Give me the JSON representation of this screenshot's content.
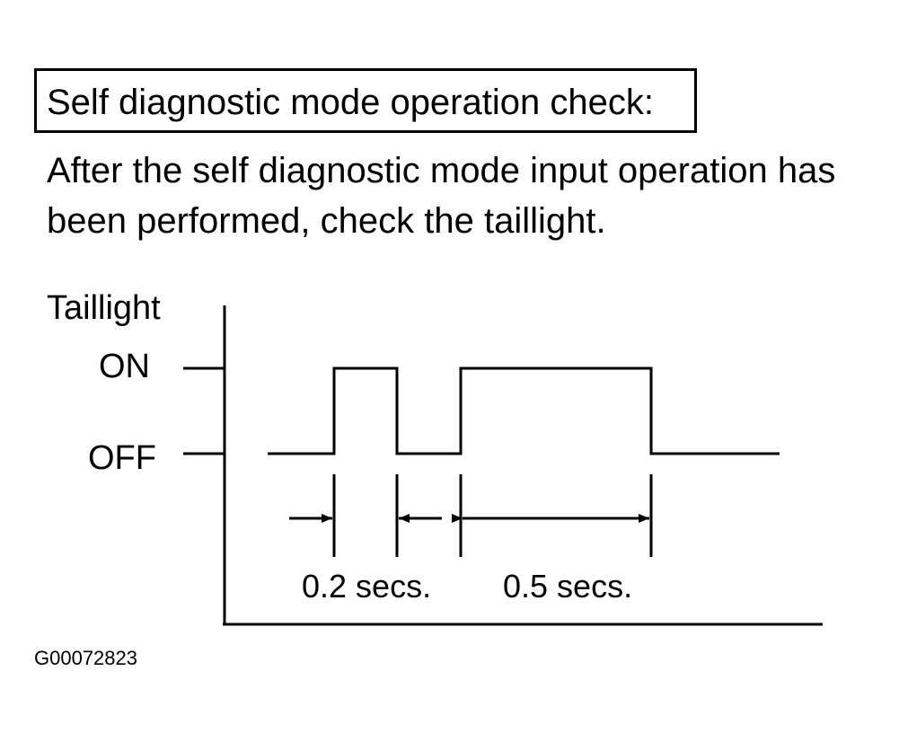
{
  "heading": "Self diagnostic mode operation check:",
  "instruction": {
    "line1": "After the self diagnostic mode input operation has",
    "line2": "been performed, check the taillight."
  },
  "diagram": {
    "signal_label": "Taillight",
    "level_on": "ON",
    "level_off": "OFF",
    "pulses": [
      {
        "state": "ON",
        "duration_label": "0.2 secs."
      },
      {
        "state": "OFF"
      },
      {
        "state": "ON",
        "duration_label": "0.5 secs."
      }
    ]
  },
  "figure_id": "G00072823"
}
